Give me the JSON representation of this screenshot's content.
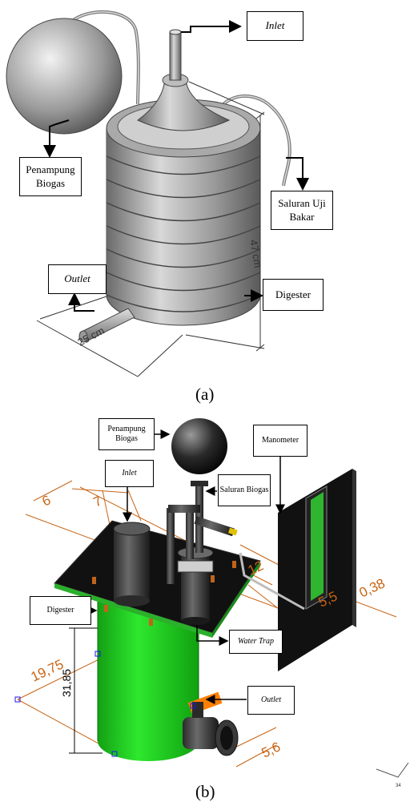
{
  "figure_a": {
    "labels": {
      "inlet": "Inlet",
      "penampung_biogas": "Penampung Biogas",
      "saluran_uji_bakar": "Saluran Uji Bakar",
      "outlet": "Outlet",
      "digester": "Digester"
    },
    "dimensions": {
      "height": "47 cm",
      "width": "25 cm"
    },
    "caption": "(a)"
  },
  "figure_b": {
    "labels": {
      "penampung_biogas": "Penampung Biogas",
      "manometer": "Manometer",
      "inlet": "Inlet",
      "saluran_biogas": "Saluran Biogas",
      "digester": "Digester",
      "water_trap": "Water Trap",
      "outlet": "Outlet"
    },
    "dimensions": [
      "6",
      "7",
      "12",
      "5,5",
      "0,38",
      "19,75",
      "31,85",
      "5,6",
      "34"
    ],
    "caption": "(b)"
  },
  "colors": {
    "tank_green": "#1ecf1e",
    "plate": "#111111",
    "valve_handle": "#ff7f00",
    "dimension_line": "#c86414",
    "manometer_fluid": "#2fb52f"
  }
}
